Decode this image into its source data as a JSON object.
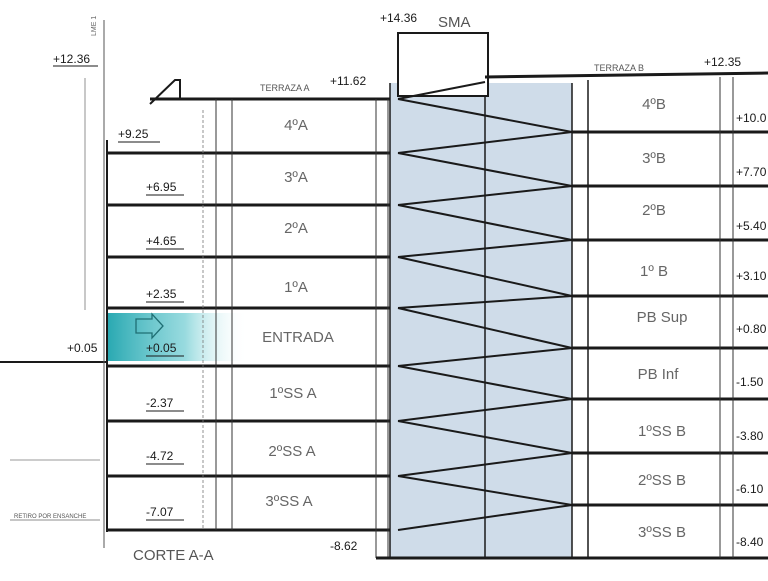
{
  "section_title": "CORTE A-A",
  "roof_tag": "SMA",
  "terraces": {
    "a": "TERRAZA A",
    "b": "TERRAZA B"
  },
  "side_labels": {
    "lme": "LME 1",
    "retiro": "RETIRO POR ENSANCHE"
  },
  "levels_a": {
    "roof": "+12.36",
    "terrace": "+11.62",
    "floor4": "+9.25",
    "floor3": "+6.95",
    "floor2": "+4.65",
    "floor1": "+2.35",
    "entry": "+0.05",
    "entry_outside": "+0.05",
    "ss1": "-2.37",
    "ss2": "-4.72",
    "ss3": "-7.07"
  },
  "levels_core": {
    "top": "+14.36",
    "bottom": "-8.62"
  },
  "levels_b": {
    "roof": "+12.35",
    "floor4": "+10.0",
    "floor3": "+7.70",
    "floor2": "+5.40",
    "floor1": "+3.10",
    "pbsup": "+0.80",
    "pbinf": "-1.50",
    "ss1": "-3.80",
    "ss2": "-6.10",
    "ss3": "-8.40"
  },
  "floors_a": [
    "4ºA",
    "3ºA",
    "2ºA",
    "1ºA",
    "ENTRADA",
    "1ºSS A",
    "2ºSS A",
    "3ºSS A"
  ],
  "floors_b": [
    "4ºB",
    "3ºB",
    "2ºB",
    "1º B",
    "PB Sup",
    "PB Inf",
    "1ºSS B",
    "2ºSS B",
    "3ºSS B"
  ],
  "colors": {
    "core_fill": "#cfdce9",
    "entrance_fill": "#2fb0b8",
    "line": "#1a1a1a"
  },
  "icons": {
    "entry_arrow": "arrow-right-outline-icon"
  }
}
